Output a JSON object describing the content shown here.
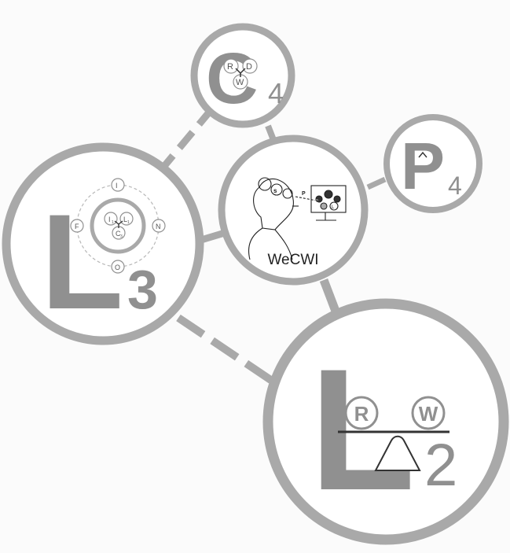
{
  "colors": {
    "ring": "#a9a9a9",
    "glyph": "#909090",
    "ink": "#222222",
    "fill": "#ffffff",
    "background": "#fbfbfb"
  },
  "nodes": {
    "c4": {
      "letter": "C",
      "subscript": "4",
      "sub_letters": [
        "R",
        "D",
        "W"
      ]
    },
    "p4": {
      "letter": "P",
      "subscript": "4"
    },
    "wecwi": {
      "label": "WeCWI",
      "sketch_labels": [
        "s",
        "P",
        "C",
        "L"
      ]
    },
    "l3": {
      "letter": "L",
      "subscript": "3",
      "cycle_labels": [
        "I",
        "N",
        "O",
        "F"
      ],
      "inner_labels": [
        "I",
        "L",
        "C"
      ],
      "inner_subscripts": [
        "1",
        "1",
        "3"
      ]
    },
    "l2": {
      "letter": "L",
      "subscript": "2",
      "left_pan": "R",
      "right_pan": "W"
    }
  },
  "connectors": [
    {
      "from": "c4",
      "to": "l3",
      "style": "dashed"
    },
    {
      "from": "c4",
      "to": "wecwi",
      "style": "solid"
    },
    {
      "from": "p4",
      "to": "wecwi",
      "style": "solid"
    },
    {
      "from": "l3",
      "to": "wecwi",
      "style": "solid"
    },
    {
      "from": "wecwi",
      "to": "l2",
      "style": "solid"
    },
    {
      "from": "l3",
      "to": "l2",
      "style": "dashed"
    }
  ]
}
